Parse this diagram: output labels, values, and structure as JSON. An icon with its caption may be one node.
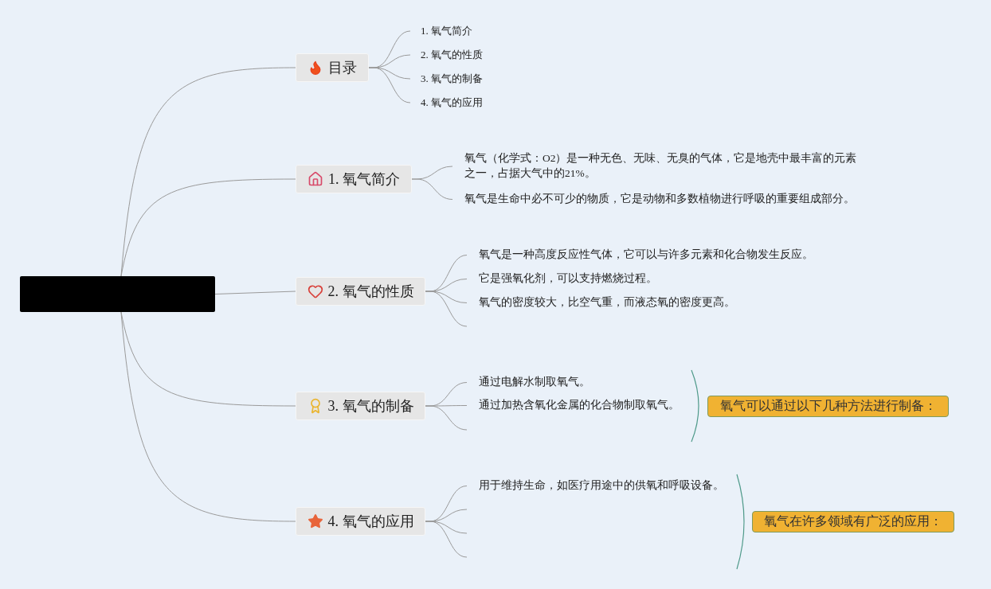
{
  "diagram": {
    "nodes": [
      {
        "text": [],
        "shape": "box"
      },
      {
        "text": [
          "目录"
        ]
      },
      {
        "text": [
          "1. 氧气简介"
        ]
      },
      {
        "text": [
          "2. 氧气的性质"
        ]
      },
      {
        "text": [
          "3. 氧气的制备"
        ]
      },
      {
        "text": [
          "4. 氧气的应用"
        ]
      },
      {
        "text": [
          "1. 氧气简介"
        ]
      },
      {
        "text": [
          "氧气（化学式：O2）是一种无色、无味、无臭的气体，它是地壳中最丰富的元素之一，占据大气中的21%。"
        ]
      },
      {
        "text": [
          "氧气是生命中必不可少的物质，它是动物和多数植物进行呼吸的重要组成部分。"
        ]
      },
      {
        "text": [
          "2. 氧气的性质"
        ]
      },
      {
        "text": [
          "氧气是一种高度反应性气体，它可以与许多元素和化合物发生反应。"
        ]
      },
      {
        "text": [
          "它是强氧化剂，可以支持燃烧过程。"
        ]
      },
      {
        "text": [
          "氧气的密度较大，比空气重，而液态氧的密度更高。"
        ]
      },
      {
        "text": [
          "3. 氧气的制备"
        ]
      },
      {
        "text": [
          "通过电解水制取氧气。"
        ]
      },
      {
        "text": [
          "通过加热含氧化金属的化合物制取氧气。"
        ]
      },
      {
        "text": [
          "氧气可以通过以下几种方法进行制备："
        ]
      },
      {
        "text": [
          "4. 氧气的应用"
        ]
      },
      {
        "text": [
          "用于维持生命，如医疗用途中的供氧和呼吸设备。"
        ]
      },
      {
        "text": [
          "氧气在许多领域有广泛的应用："
        ]
      }
    ],
    "edges": [
      {
        "from": 0,
        "to": 1,
        "arrow": "none"
      },
      {
        "from": 0,
        "to": 6,
        "arrow": "none"
      },
      {
        "from": 0,
        "to": 9,
        "arrow": "none"
      },
      {
        "from": 0,
        "to": 13,
        "arrow": "none"
      },
      {
        "from": 0,
        "to": 17,
        "arrow": "none"
      },
      {
        "from": 1,
        "to": 2,
        "arrow": "none"
      },
      {
        "from": 1,
        "to": 3,
        "arrow": "none"
      },
      {
        "from": 1,
        "to": 4,
        "arrow": "none"
      },
      {
        "from": 1,
        "to": 5,
        "arrow": "none"
      },
      {
        "from": 6,
        "to": 7,
        "arrow": "none"
      },
      {
        "from": 6,
        "to": 8,
        "arrow": "none"
      },
      {
        "from": 9,
        "to": 10,
        "arrow": "none"
      },
      {
        "from": 9,
        "to": 11,
        "arrow": "none"
      },
      {
        "from": 9,
        "to": 12,
        "arrow": "none"
      },
      {
        "from": 9,
        "to": null,
        "arrow": "none"
      },
      {
        "from": 13,
        "to": 14,
        "arrow": "none"
      },
      {
        "from": 13,
        "to": 15,
        "arrow": "none"
      },
      {
        "from": 13,
        "to": null,
        "arrow": "none"
      },
      {
        "from": 17,
        "to": 18,
        "arrow": "none"
      },
      {
        "from": 17,
        "to": null,
        "arrow": "none"
      },
      {
        "from": 17,
        "to": null,
        "arrow": "none"
      },
      {
        "from": 17,
        "to": null,
        "arrow": "none"
      }
    ]
  }
}
